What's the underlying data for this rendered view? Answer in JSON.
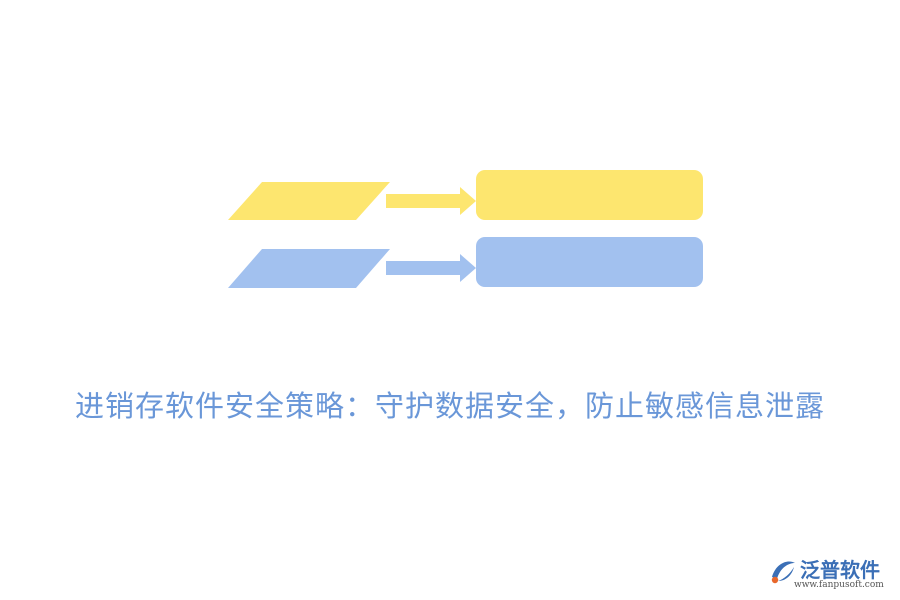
{
  "title": "进销存软件安全策略：守护数据安全，防止敏感信息泄露",
  "logo": {
    "name": "泛普软件",
    "url": "www.fanpusoft.com"
  },
  "colors": {
    "yellow": "#fde66f",
    "blue": "#a2c1ef",
    "title": "#6a97d8",
    "logo_text": "#3b6fb6",
    "logo_url": "#555555",
    "logo_accent": "#e8672b"
  },
  "rows": [
    {
      "color_key": "yellow",
      "input_text": "",
      "output_text": ""
    },
    {
      "color_key": "blue",
      "input_text": "",
      "output_text": ""
    }
  ]
}
